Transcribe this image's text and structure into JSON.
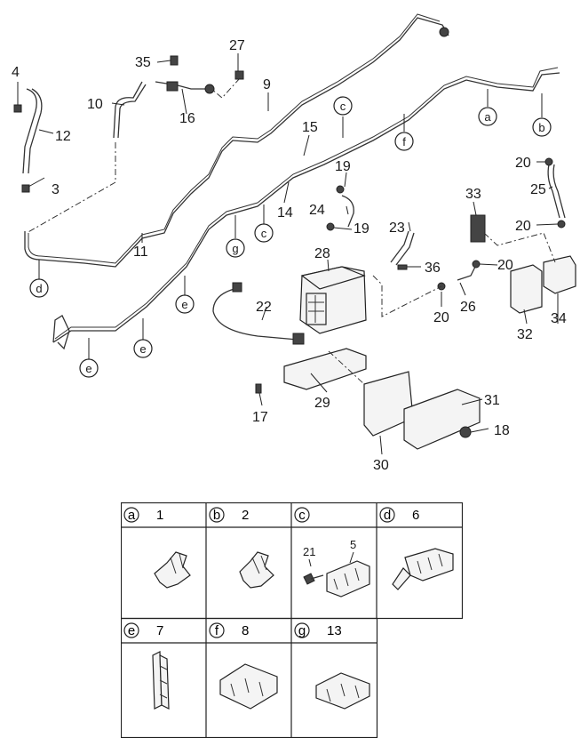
{
  "callouts": {
    "p3": "3",
    "p4": "4",
    "p9": "9",
    "p10": "10",
    "p11": "11",
    "p12": "12",
    "p14": "14",
    "p15": "15",
    "p16": "16",
    "p17": "17",
    "p18": "18",
    "p19a": "19",
    "p19b": "19",
    "p20a": "20",
    "p20b": "20",
    "p20c": "20",
    "p20d": "20",
    "p22": "22",
    "p23": "23",
    "p24": "24",
    "p25": "25",
    "p26": "26",
    "p27": "27",
    "p28": "28",
    "p29": "29",
    "p30": "30",
    "p31": "31",
    "p32": "32",
    "p33": "33",
    "p34": "34",
    "p35": "35",
    "p36": "36"
  },
  "letters": {
    "a": "a",
    "b": "b",
    "c1": "c",
    "c2": "c",
    "d": "d",
    "e1": "e",
    "e2": "e",
    "e3": "e",
    "f": "f",
    "g": "g"
  },
  "legend": {
    "cells": [
      {
        "letter": "a",
        "part": "1"
      },
      {
        "letter": "b",
        "part": "2"
      },
      {
        "letter": "c",
        "part": "",
        "sub_a": "21",
        "sub_b": "5"
      },
      {
        "letter": "d",
        "part": "6"
      },
      {
        "letter": "e",
        "part": "7"
      },
      {
        "letter": "f",
        "part": "8"
      },
      {
        "letter": "g",
        "part": "13"
      }
    ]
  }
}
